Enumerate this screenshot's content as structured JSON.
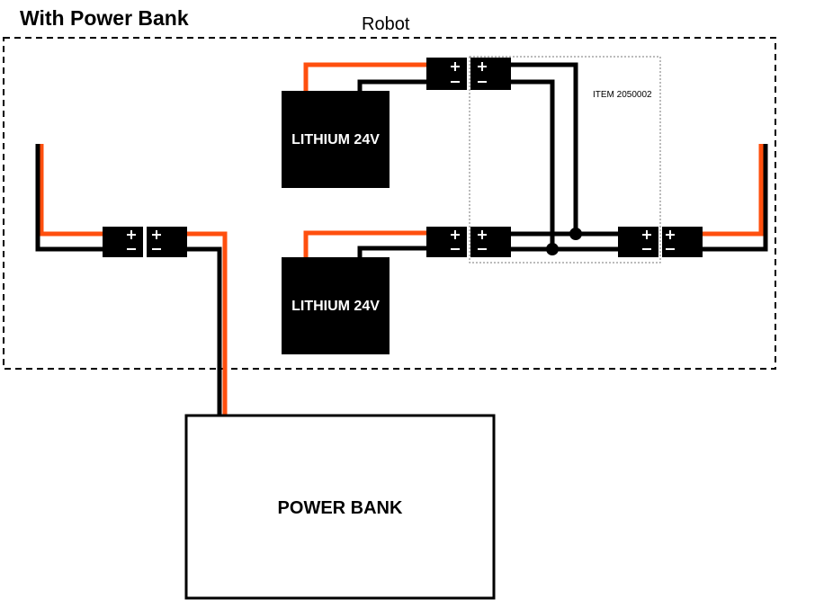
{
  "title": "With Power Bank",
  "robot_label": "Robot",
  "item_label": "ITEM 2050002",
  "batteries": [
    {
      "label": "LITHIUM 24V"
    },
    {
      "label": "LITHIUM 24V"
    }
  ],
  "power_bank_label": "POWER BANK",
  "colors": {
    "positive_wire": "#ff4f0e",
    "negative_wire": "#000000",
    "connector": "#000000",
    "battery_fill": "#000000"
  }
}
